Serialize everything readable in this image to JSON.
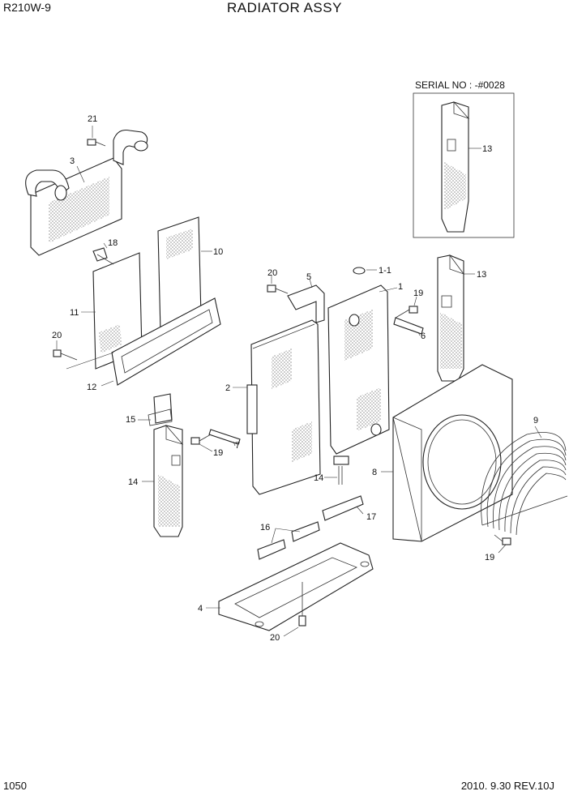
{
  "header": {
    "model": "R210W-9",
    "title": "RADIATOR ASSY"
  },
  "footer": {
    "page_number": "1050",
    "date_rev": "2010. 9.30  REV.10J"
  },
  "serial_box": {
    "label": "SERIAL NO : -#0028"
  },
  "callouts": {
    "c21": "21",
    "c3": "3",
    "c18": "18",
    "c10": "10",
    "c11": "11",
    "c20a": "20",
    "c12": "12",
    "c20b": "20",
    "c5": "5",
    "c1_1": "1-1",
    "c1": "1",
    "c19a": "19",
    "c6": "6",
    "c13a": "13",
    "c13b": "13",
    "c2": "2",
    "c15": "15",
    "c7": "7",
    "c19b": "19",
    "c14a": "14",
    "c14b": "14",
    "c9": "9",
    "c8": "8",
    "c16": "16",
    "c17": "17",
    "c19c": "19",
    "c4": "4",
    "c20c": "20"
  }
}
